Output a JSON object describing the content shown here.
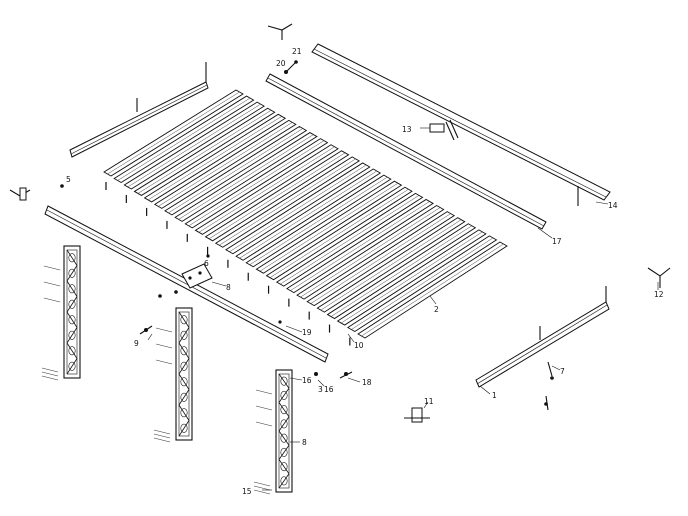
{
  "callouts": [
    {
      "id": "c1",
      "text": "1"
    },
    {
      "id": "c2",
      "text": "2"
    },
    {
      "id": "c3",
      "text": "3"
    },
    {
      "id": "c5",
      "text": "5"
    },
    {
      "id": "c6",
      "text": "6"
    },
    {
      "id": "c7",
      "text": "7"
    },
    {
      "id": "c8",
      "text": "8"
    },
    {
      "id": "c9",
      "text": "9"
    },
    {
      "id": "c10",
      "text": "10"
    },
    {
      "id": "c11",
      "text": "11"
    },
    {
      "id": "c12",
      "text": "12"
    },
    {
      "id": "c13",
      "text": "13"
    },
    {
      "id": "c14",
      "text": "14"
    },
    {
      "id": "c15",
      "text": "15"
    },
    {
      "id": "c16",
      "text": "16"
    },
    {
      "id": "c17",
      "text": "17"
    },
    {
      "id": "c18",
      "text": "18"
    },
    {
      "id": "c19",
      "text": "19"
    },
    {
      "id": "c20",
      "text": "20"
    },
    {
      "id": "c21",
      "text": "21"
    }
  ]
}
